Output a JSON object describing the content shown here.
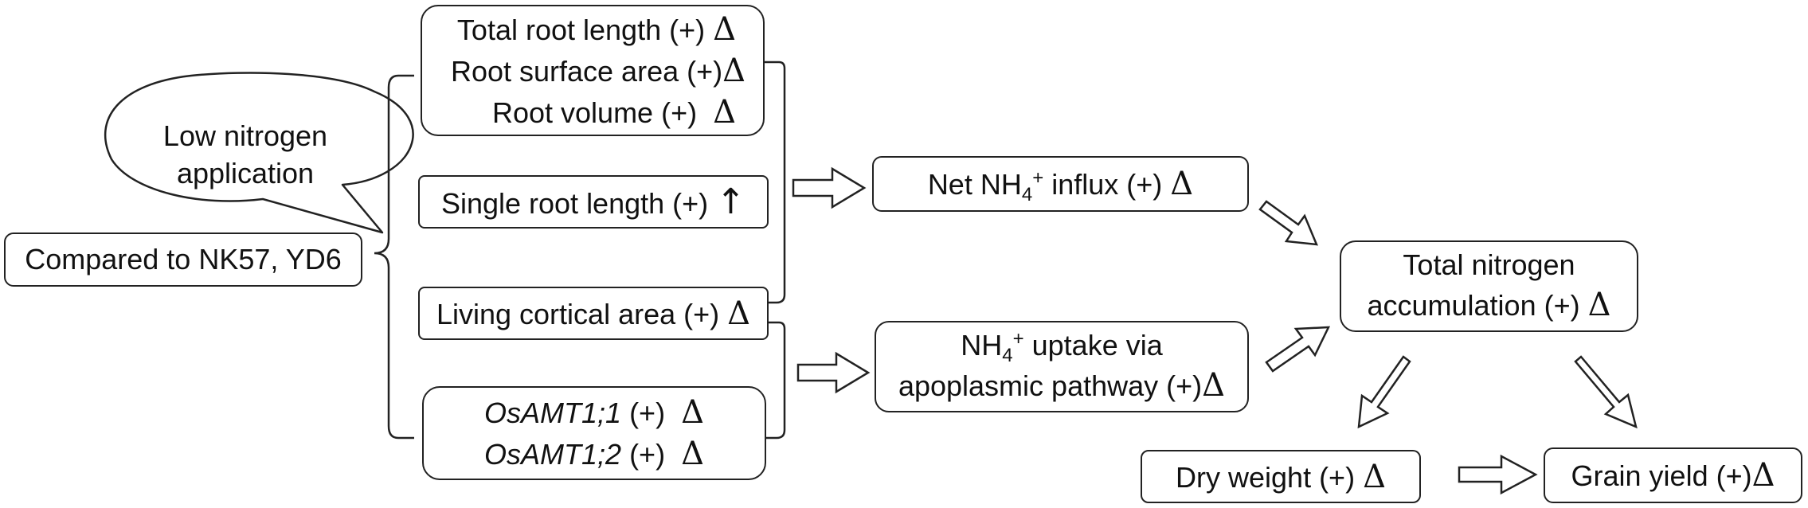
{
  "speech": {
    "line1": "Low nitrogen",
    "line2": "application"
  },
  "compare": "Compared to NK57, YD6",
  "root_group": {
    "total_root_length": "Total root length (+)",
    "root_surface_area": "Root surface area (+)",
    "root_volume": "Root volume (+)"
  },
  "single_root": {
    "label": "Single root length (+)",
    "symbol": "↑"
  },
  "living_cortical": "Living cortical area (+)",
  "genes": {
    "gene1": "OsAMT1;1",
    "gene1_suffix": " (+)",
    "gene2": "OsAMT1;2",
    "gene2_suffix": " (+)"
  },
  "net_influx": {
    "prefix": "Net NH",
    "sub": "4",
    "sup": "+",
    "suffix": " influx (+)"
  },
  "uptake": {
    "prefix": "NH",
    "sub": "4",
    "sup": "+",
    "suffix": " uptake via",
    "line2": "apoplasmic pathway (+)"
  },
  "total_n": {
    "line1": "Total nitrogen",
    "line2": "accumulation (+)"
  },
  "dry_weight": "Dry weight (+)",
  "grain_yield": "Grain yield (+)",
  "delta_symbol": "Δ"
}
